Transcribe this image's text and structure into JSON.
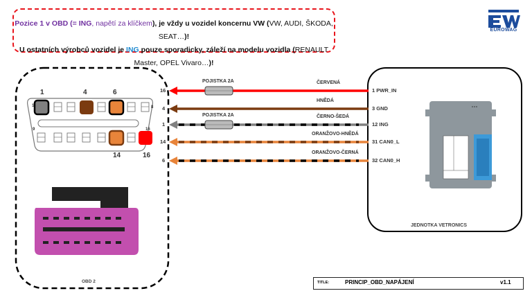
{
  "notice": {
    "line1": [
      {
        "text": "Pozice 1 v OBD (= ",
        "style": "purple"
      },
      {
        "text": "ING",
        "style": "purple"
      },
      {
        "text": ", napětí za klíčkem",
        "style": "purple-normal"
      },
      {
        "text": "), je vždy u vozidel koncernu VW (",
        "style": "bold"
      },
      {
        "text": "VW, AUDI, ŠKODA, SEAT…",
        "style": "normal"
      },
      {
        "text": ")!",
        "style": "bold"
      }
    ],
    "line2": [
      {
        "text": "U ostatních výrobců vozidel je ",
        "style": "bold"
      },
      {
        "text": "ING",
        "style": "blue"
      },
      {
        "text": " pouze sporadicky, záleží na modelu vozidla (",
        "style": "bold"
      },
      {
        "text": "RENAULT Master, OPEL Vivaro…",
        "style": "normal"
      },
      {
        "text": ")!",
        "style": "bold"
      }
    ]
  },
  "logo": {
    "mark": "EW",
    "name": "EUROWAG",
    "color": "#1c4c9c"
  },
  "obd": {
    "caption": "OBD 2",
    "top_labels": [
      "1",
      "4",
      "6"
    ],
    "bottom_labels": [
      "14",
      "16"
    ],
    "corner_labels": [
      "1",
      "8",
      "9",
      "16"
    ],
    "highlighted_pins": [
      {
        "pin": "1",
        "color": "#808080",
        "border": "#000000"
      },
      {
        "pin": "4",
        "color": "#7b3b10",
        "border": "#7b3b10"
      },
      {
        "pin": "6",
        "color": "#e8843a",
        "border": "#000000"
      },
      {
        "pin": "14",
        "color": "#e8843a",
        "border": "#7b3b10"
      },
      {
        "pin": "16",
        "color": "#ff0000",
        "border": "#ff0000"
      }
    ]
  },
  "wires": [
    {
      "obd_pin": "16",
      "unit_pin": "1",
      "unit_signal": "PWR_IN",
      "color_name": "ČERVENÁ",
      "fuse": "POJISTKA 2A",
      "colors": [
        "#ff0000"
      ]
    },
    {
      "obd_pin": "4",
      "unit_pin": "3",
      "unit_signal": "GND",
      "color_name": "HNĚDÁ",
      "fuse": "",
      "colors": [
        "#7b3b10"
      ]
    },
    {
      "obd_pin": "1",
      "unit_pin": "12",
      "unit_signal": "ING",
      "color_name": "ČERNO-ŠEDÁ",
      "fuse": "POJISTKA 2A",
      "colors": [
        "#808080",
        "#000000"
      ]
    },
    {
      "obd_pin": "14",
      "unit_pin": "31",
      "unit_signal": "CAN0_L",
      "color_name": "ORANŽOVO-HNĚDÁ",
      "fuse": "",
      "colors": [
        "#e8843a",
        "#7b3b10"
      ]
    },
    {
      "obd_pin": "6",
      "unit_pin": "32",
      "unit_signal": "CAN0_H",
      "color_name": "ORANŽOVO-ČERNÁ",
      "fuse": "",
      "colors": [
        "#e8843a",
        "#000000"
      ]
    }
  ],
  "unit": {
    "caption": "JEDNOTKA VETRONICS"
  },
  "title_block": {
    "label": "TITLE:",
    "value": "PRINCIP_OBD_NAPÁJENÍ",
    "version": "v1.1"
  }
}
